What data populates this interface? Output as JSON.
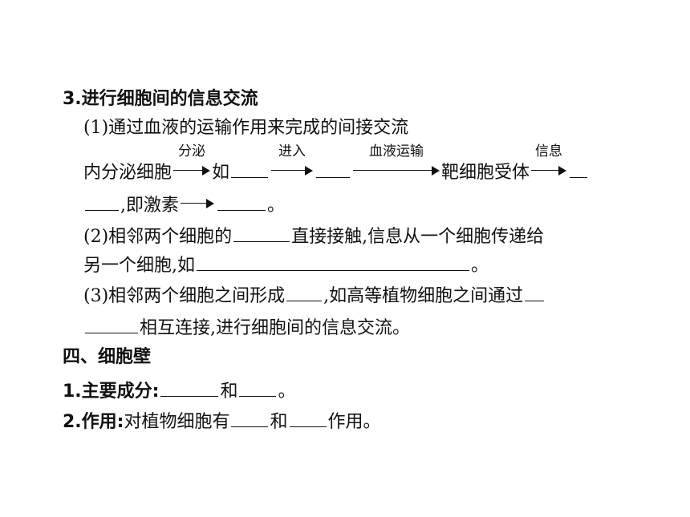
{
  "s3": {
    "title": "3.进行细胞间的信息交流",
    "p1": "(1)通过血液的运输作用来完成的间接交流",
    "chain": {
      "start": "内分泌细胞",
      "a1": "分泌",
      "ru": "如",
      "a2": "进入",
      "a3": "血液运输",
      "target": "靶细胞受体",
      "a4": "信息"
    },
    "l4": {
      "jisu": ",即激素",
      "end": "。"
    },
    "p2": {
      "t1": "(2)相邻两个细胞的",
      "t2": "直接接触,信息从一个细胞传递给",
      "t3": "另一个细胞,如",
      "t4": "。"
    },
    "p3": {
      "t1": "(3)相邻两个细胞之间形成",
      "t2": ",如高等植物细胞之间通过",
      "t3": "相互连接,进行细胞间的信息交流。"
    }
  },
  "s4": {
    "title": "四、细胞壁",
    "i1": {
      "label": "1.主要成分:",
      "he": "和",
      "end": "。"
    },
    "i2": {
      "label": "2.作用:",
      "t1": "对植物细胞有",
      "he": "和",
      "t2": "作用。"
    }
  }
}
